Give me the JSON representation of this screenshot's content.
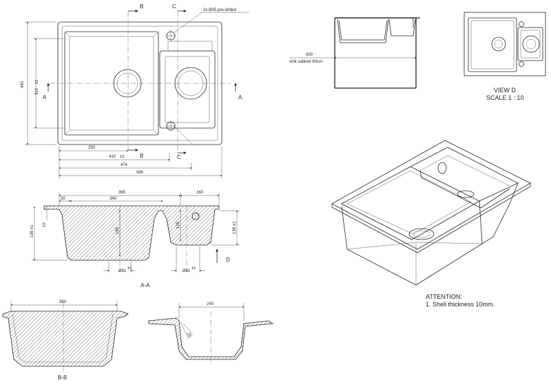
{
  "top_view": {
    "section_b": "B",
    "section_c": "C",
    "section_a": "A",
    "predrilled_note": "2x Ø35 pre-drilled",
    "dim_440": "440",
    "dim_310": "310",
    "dim_310_tol": "±1",
    "dim_250": "250",
    "dim_410": "410",
    "dim_410_tol": "±1",
    "dim_474": "474",
    "dim_585": "585"
  },
  "section_aa": {
    "title": "A-A",
    "dim_395": "395",
    "dim_160": "160",
    "dim_30": "30",
    "dim_340": "340",
    "dim_10": "10",
    "dim_198": "198",
    "dim_198_tol": "±1",
    "dim_185": "185",
    "dim_125": "125",
    "dim_138": "138",
    "dim_138_tol": "±1",
    "drain_left": "Ø91",
    "drain_right": "Ø91",
    "drain_tol": "±1",
    "view_arrow": "D"
  },
  "cabinet_view": {
    "dim_600": "600",
    "cabinet_note": "sink cabinet 60cm"
  },
  "view_d": {
    "title": "VIEW D",
    "scale": "SCALE 1 : 10"
  },
  "section_bb": {
    "title": "B-B",
    "dim_380": "380"
  },
  "section_cc": {
    "dim_240": "240",
    "dim_slope": "25"
  },
  "note": {
    "heading": "ATTENTION:",
    "item": "1.    Shell thickness 10mm."
  }
}
